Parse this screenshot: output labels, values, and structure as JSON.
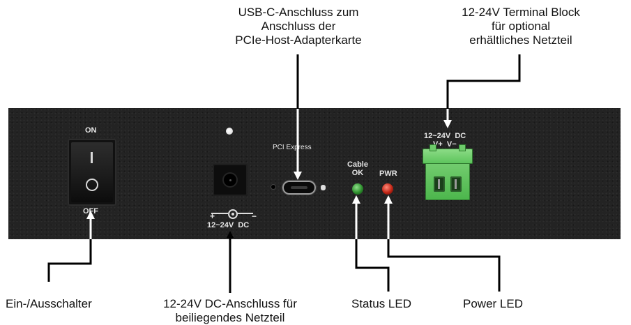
{
  "callouts": {
    "usb_c": [
      "USB-C-Anschluss zum",
      "Anschluss der",
      "PCIe-Host-Adapterkarte"
    ],
    "terminal_block": [
      "12-24V Terminal Block",
      "für optional",
      "erhältliches Netzteil"
    ],
    "power_switch": "Ein-/Ausschalter",
    "dc_jack": [
      "12-24V DC-Anschluss für",
      "beiliegendes Netzteil"
    ],
    "status_led": "Status LED",
    "power_led": "Power LED"
  },
  "panel": {
    "switch_on": "ON",
    "switch_off": "OFF",
    "pci_express": "PCI Express",
    "cable_ok": [
      "Cable",
      "OK"
    ],
    "pwr": "PWR",
    "dc_plus": "+",
    "dc_minus": "−",
    "dc_rating": "12~24V  DC",
    "terminal_rating": "12~24V  DC",
    "terminal_poles": "V+  V−"
  },
  "colors": {
    "panel": "#232323",
    "terminal_green": "#4cb64c",
    "led_green": "#2e8f2e",
    "led_red": "#c12515"
  }
}
